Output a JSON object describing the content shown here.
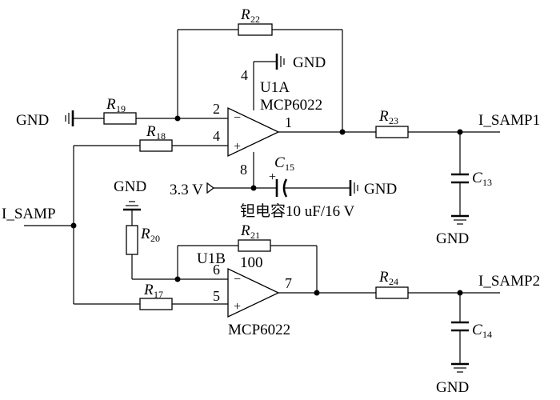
{
  "nets": {
    "gnd": "GND",
    "vcc": "3.3 V",
    "input": "I_SAMP",
    "out1": "I_SAMP1",
    "out2": "I_SAMP2"
  },
  "resistors": {
    "r17": {
      "name": "R",
      "sub": "17"
    },
    "r18": {
      "name": "R",
      "sub": "18"
    },
    "r19": {
      "name": "R",
      "sub": "19"
    },
    "r20": {
      "name": "R",
      "sub": "20"
    },
    "r21": {
      "name": "R",
      "sub": "21",
      "value": "100"
    },
    "r22": {
      "name": "R",
      "sub": "22"
    },
    "r23": {
      "name": "R",
      "sub": "23"
    },
    "r24": {
      "name": "R",
      "sub": "24"
    }
  },
  "capacitors": {
    "c13": {
      "name": "C",
      "sub": "13"
    },
    "c14": {
      "name": "C",
      "sub": "14"
    },
    "c15": {
      "name": "C",
      "sub": "15",
      "desc": "钽电容10 uF/16 V"
    }
  },
  "opamps": {
    "u1a": {
      "ref": "U1A",
      "part": "MCP6022",
      "pin_inv": "2",
      "pin_noninv": "4",
      "pin_out": "1",
      "pin_vss": "4",
      "pin_vdd": "8"
    },
    "u1b": {
      "ref": "U1B",
      "part": "MCP6022",
      "pin_inv": "6",
      "pin_noninv": "5",
      "pin_out": "7"
    }
  },
  "symbols": {
    "minus": "−",
    "plus": "+",
    "cap_plus": "+"
  }
}
